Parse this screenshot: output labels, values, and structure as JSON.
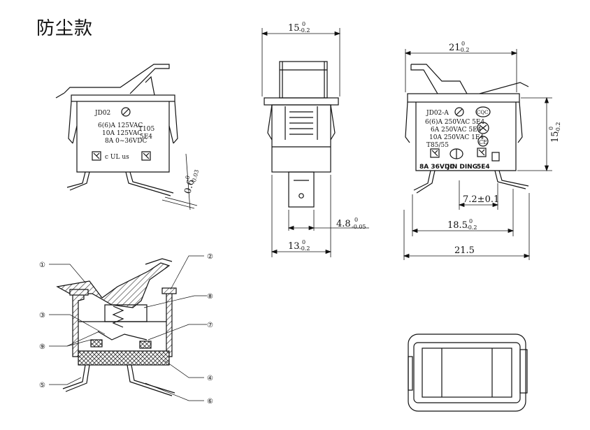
{
  "title": "防尘款",
  "dims": {
    "front_width": {
      "main": "15",
      "sup": "0",
      "sub": "-0.2"
    },
    "front_tab": {
      "main": "4.8",
      "sup": "0",
      "sub": "-0.05"
    },
    "front_base": {
      "main": "13",
      "sup": "0",
      "sub": "-0.2"
    },
    "right_top": {
      "main": "21",
      "sup": "0",
      "sub": "-0.2"
    },
    "right_height": {
      "main": "15",
      "sup": "0",
      "sub": "-0.2"
    },
    "right_pin": "7.2±0.1",
    "right_span": {
      "main": "18.5",
      "sup": "0",
      "sub": "-0.2"
    },
    "right_total": "21.5",
    "left_thick": {
      "main": "0.6",
      "sup": "0",
      "sub": "-0.03"
    }
  },
  "left_marking": {
    "model": "JD02",
    "line1": "6(6)A 125VAC",
    "line2": "10A 125VAC",
    "line3": "8A 0~36VDC",
    "temp": "T105",
    "code": "5E4",
    "cert": "c UL us"
  },
  "right_marking": {
    "model": "JD02-A",
    "line1": "6(6)A 250VAC 5E4",
    "line2": "6A 250VAC 5E4",
    "line3": "10A 250VAC 1E4",
    "temp": "T85/55",
    "dc": "8A  36VDC",
    "brand": "JIN DING",
    "code": "5E4",
    "cqc": "CQC",
    "ce": "CE"
  },
  "callouts": [
    "①",
    "②",
    "③",
    "④",
    "⑤",
    "⑥",
    "⑦",
    "⑧",
    "⑨"
  ],
  "icons": [
    "switch-drawing-icon"
  ]
}
